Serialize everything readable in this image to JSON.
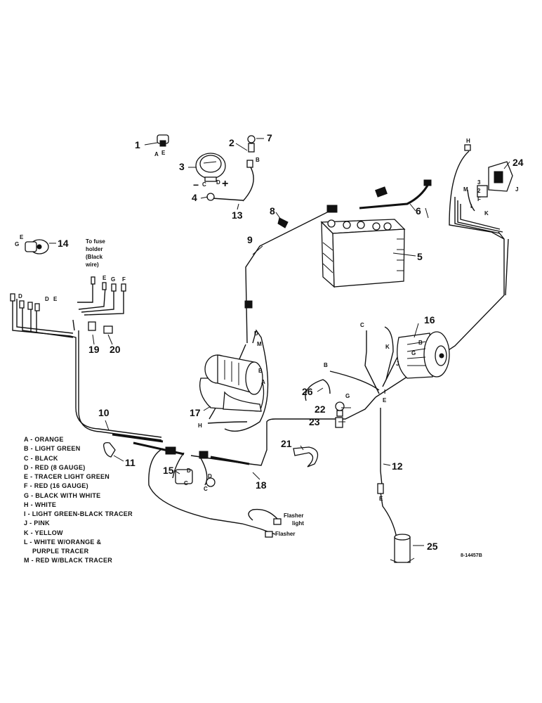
{
  "diagram_id": "8-14457B",
  "callouts": {
    "c1": "1",
    "c2": "2",
    "c3": "3",
    "c4": "4",
    "c5": "5",
    "c6": "6",
    "c7": "7",
    "c8": "8",
    "c9": "9",
    "c10": "10",
    "c11": "11",
    "c12": "12",
    "c13": "13",
    "c14": "14",
    "c15": "15",
    "c16": "16",
    "c17": "17",
    "c18": "18",
    "c19": "19",
    "c20": "20",
    "c21": "21",
    "c22": "22",
    "c23": "23",
    "c24": "24",
    "c25": "25",
    "c26": "26"
  },
  "fuse_note": [
    "To fuse",
    "holder",
    "(Black",
    "wire)"
  ],
  "flasher_light": [
    "Flasher",
    "light"
  ],
  "flasher": "Flasher",
  "pins": {
    "a": "A",
    "b": "B",
    "c": "C",
    "d": "D",
    "e": "E",
    "f": "F",
    "g": "G",
    "h": "H",
    "i": "I",
    "j": "J",
    "k": "K",
    "m": "M",
    "plus": "+",
    "minus": "−",
    "n2": "2",
    "n3": "3"
  },
  "legend": [
    "A - ORANGE",
    "B - LIGHT GREEN",
    "C - BLACK",
    "D - RED (8 GAUGE)",
    "E - TRACER LIGHT GREEN",
    "F - RED (16 GAUGE)",
    "G - BLACK WITH WHITE",
    "H - WHITE",
    "I - LIGHT GREEN-BLACK TRACER",
    "J - PINK",
    "K - YELLOW",
    "L - WHITE W/ORANGE &",
    "PURPLE TRACER",
    "M - RED W/BLACK TRACER"
  ]
}
